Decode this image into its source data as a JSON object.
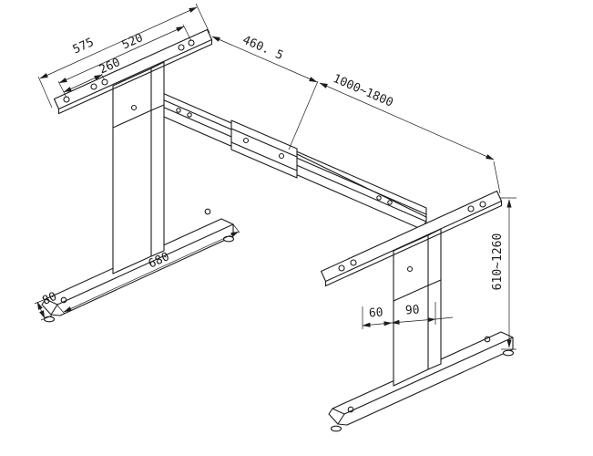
{
  "drawing": {
    "background": "#ffffff",
    "line_color": "#1c1c1c",
    "dimensions": {
      "d575": "575",
      "d520": "520",
      "d260": "260",
      "d460_5": "460. 5",
      "d1000_1800": "1000~1800",
      "d680": "680",
      "d80": "80",
      "d60": "60",
      "d90": "90",
      "d610_1260": "610~1260"
    }
  }
}
